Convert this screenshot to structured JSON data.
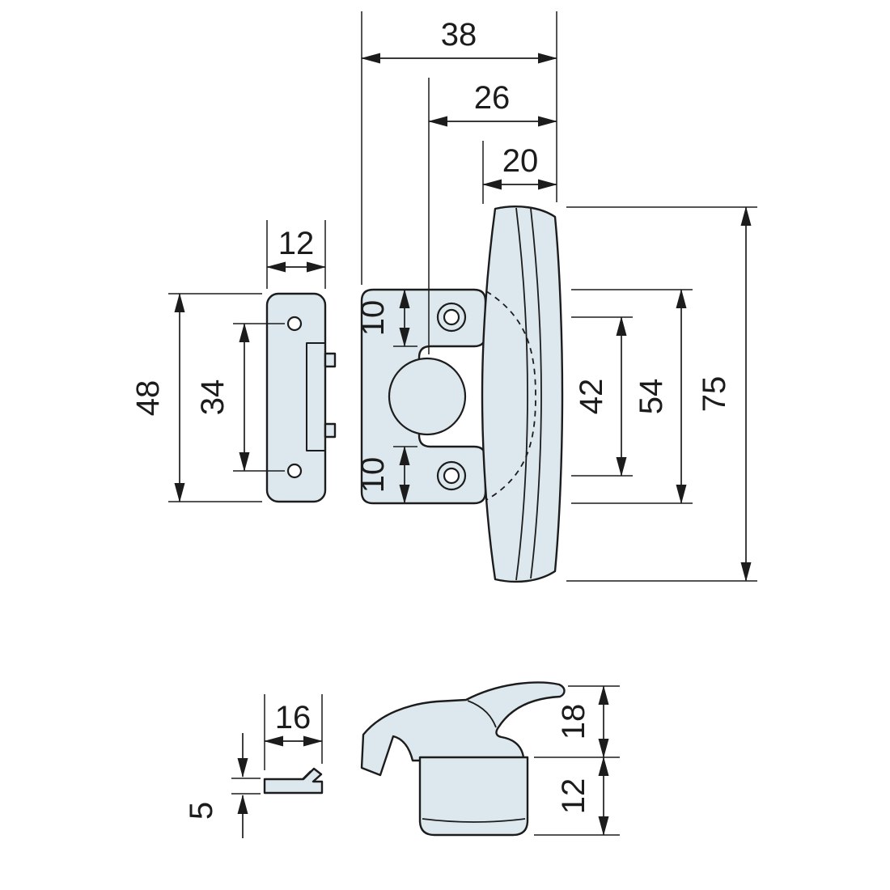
{
  "drawing": {
    "kind": "technical-dimension-drawing",
    "subject": "window-latch-fastener",
    "colors": {
      "part_fill": "#dce8ed",
      "outline": "#1c1c1c",
      "background": "#ffffff"
    },
    "front_view": {
      "dims": {
        "overall_width": "38",
        "mid_width": "26",
        "handle_width": "20",
        "plate_width": "12",
        "plate_height": "48",
        "plate_hole_spacing": "34",
        "top_tab_offset": "10",
        "bottom_tab_offset": "10",
        "screw_hole_spacing": "42",
        "base_height": "54",
        "handle_height": "75"
      }
    },
    "side_view": {
      "dims": {
        "keeper_width": "16",
        "keeper_thickness": "5",
        "latch_arm_height": "18",
        "grip_thickness": "12"
      }
    }
  }
}
